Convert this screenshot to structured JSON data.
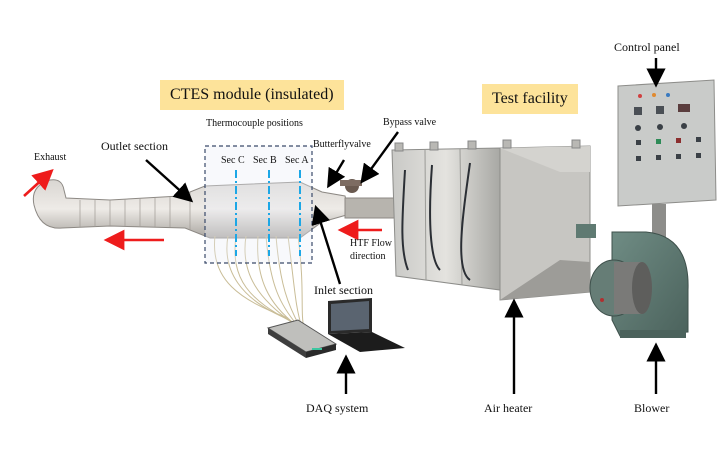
{
  "figure": {
    "title_boxes": {
      "ctes_module": "CTES module  (insulated)",
      "test_facility": "Test facility"
    },
    "labels": {
      "thermocouple_positions": "Thermocouple positions",
      "sections": [
        "Sec C",
        "Sec B",
        "Sec A"
      ],
      "exhaust": "Exhaust",
      "outlet_section": "Outlet section",
      "butterfly_valve": "Butterflyvalve",
      "bypass_valve": "Bypass valve",
      "htf_flow_line1": "HTF Flow",
      "htf_flow_line2": "direction",
      "inlet_section": "Inlet section",
      "control_panel": "Control panel",
      "daq_system": "DAQ system",
      "air_heater": "Air heater",
      "blower": "Blower"
    },
    "colors": {
      "highlight": "#fde39a",
      "flow_arrow": "#ee1c1c",
      "section_line": "#1ca7e6",
      "dashed_box": "#3a4a6a",
      "pointer_arrow": "#000000"
    }
  }
}
